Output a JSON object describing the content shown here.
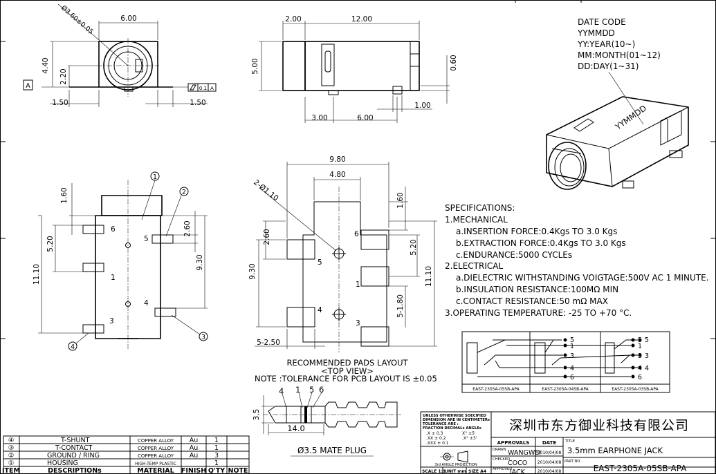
{
  "top_view_dims": {
    "width": "6.00",
    "diameter": "Ø3.60±0.05",
    "height": "4.40",
    "center_height": "2.20",
    "left_tab": "1.50",
    "right_tab": "1.50",
    "datum": "A",
    "tolerance_value": "0.1",
    "tolerance_ref": "A"
  },
  "side_view_dims": {
    "front_len": "2.00",
    "body_len": "12.00",
    "height": "5.00",
    "pin_height": "0.60",
    "pin_x1": "3.00",
    "pin_x2": "6.00",
    "pin_w": "1.00"
  },
  "date_code": {
    "lines": [
      "DATE CODE",
      "YYMMDD",
      "YY:YEAR(10~)",
      "MM:MONTH(01~12)",
      "DD:DAY(1~31)"
    ],
    "stamp": "YYMMDD"
  },
  "bottom_view_dims": {
    "d1": "1.60",
    "d2": "5.20",
    "d3": "11.10",
    "d4": "2.60",
    "d5": "9.30",
    "pins": [
      "6",
      "5",
      "1",
      "4",
      "3"
    ],
    "callouts": [
      "1",
      "2",
      "3",
      "4"
    ]
  },
  "pad_layout_dims": {
    "overall": "9.80",
    "inner": "4.80",
    "hole": "2-Ø1.10",
    "top_gap": "1.60",
    "pad_h": "2.60",
    "d520": "5.20",
    "d930": "9.30",
    "d1110": "11.10",
    "d180": "5-1.80",
    "d250": "5-2.50",
    "pins": [
      "6",
      "5",
      "1",
      "4",
      "3"
    ]
  },
  "pads_caption": {
    "title": "RECOMMENDED PADS LAYOUT",
    "subtitle": "<TOP VIEW>",
    "note": "NOTE :TOLERANCE FOR PCB LAYOUT IS ±0.05"
  },
  "specifications": {
    "title": "SPECIFICATIONS:",
    "lines": [
      "1.MECHANICAL",
      "a.INSERTION   FORCE:0.4Kgs TO 3.0 Kgs",
      "b.EXTRACTION   FORCE:0.4Kgs TO 3.0 Kgs",
      "c.ENDURANCE:5000 CYCLEs",
      "2.ELECTRICAL",
      "a.DIELECTRIC WITHSTANDING VOIGTAGE:500V AC 1 MINUTE.",
      "b.INSULATION  RESISTANCE:100MΩ  MIN",
      "c.CONTACT RESISTANCE:50 mΩ MAX",
      "3.OPERATING TEMPERATURE:  -25 TO +70 °C."
    ]
  },
  "schematics": {
    "labels": [
      "EAST-2305A-05SB-APA",
      "EAST-2305A-04SB-APA",
      "EAST-2305A-03SB-APA"
    ],
    "pins_a": [
      "5",
      "1",
      "3",
      "4",
      "6"
    ],
    "pins_b": [
      "5",
      "1",
      "3",
      "4",
      "6"
    ],
    "pins_c": [
      "5",
      "3",
      "4"
    ]
  },
  "plug": {
    "labels": [
      "4",
      "1",
      "5",
      "6"
    ],
    "dia": "3.5",
    "len": "14.0",
    "title": "Ø3.5 MATE PLUG"
  },
  "bom": {
    "rows": [
      {
        "item": "④",
        "desc": "T-SHUNT",
        "material": "COPPER ALLOY",
        "finish": "Au",
        "qty": "1"
      },
      {
        "item": "③",
        "desc": "T-CONTACT",
        "material": "COPPER ALLOY",
        "finish": "Au",
        "qty": "1"
      },
      {
        "item": "②",
        "desc": "GROUND  /  RING",
        "material": "COPPER ALLOY",
        "finish": "Au",
        "qty": "3"
      },
      {
        "item": "①",
        "desc": "HOUSING",
        "material": "HIGH-TEMP PLASTIC",
        "finish": "",
        "qty": "1"
      }
    ],
    "header": {
      "item": "ITEM",
      "desc": "DESCRIPTIONs",
      "material": "MATERIAL",
      "finish": "FINISH",
      "qty": "Q'TY",
      "note": "NOTE"
    }
  },
  "title_block": {
    "tol_lines": [
      "UNLESS OTHERWISE SOECIFIED",
      "DIMENSION ARE IN CENTIMETERs",
      "TOLERANCE ARE :",
      "FRACTION DECIMALs ANGLEs"
    ],
    "tol_x": ".X   ±  0.3",
    "tol_xx": ".XX  ±  0.2",
    "tol_xxx": ".XXX ±  0.1",
    "tol_ang1": "X°    ±5'",
    "tol_ang2": ".X°   ±3'",
    "projection": "3rd ANGLE PROJECTION",
    "company": "深圳市东方御业科技有限公司",
    "approvals": "APPROVALS",
    "date": "DATE",
    "title_label": "TITLE",
    "title": "3.5mm EARPHONE JACK",
    "drawn_label": "DRAWN",
    "drawn": "WANGWEI",
    "drawn_date": "2010/04/08",
    "checked_label": "CHECKED",
    "checked": "COCO",
    "checked_date": "2010/04/08",
    "approved_label": "APPROVED",
    "approved": "JACK",
    "approved_date": "2010/04/08",
    "part_label": "PART NO.",
    "part_no": "EAST-2305A-05SB-APA",
    "scale": "SCALE 1:1",
    "unit": "UNIT mm",
    "size": "SIZE A4"
  }
}
